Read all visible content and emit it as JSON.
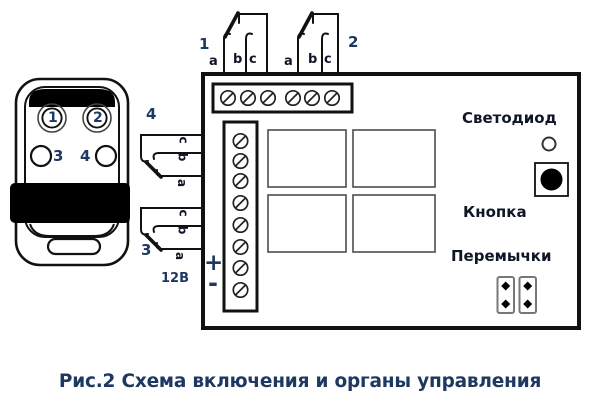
{
  "caption": "Рис.2 Схема включения и органы управления",
  "remote": {
    "button1": "1",
    "button2": "2",
    "button3": "3",
    "button4": "4"
  },
  "board": {
    "led_label": "Светодиод",
    "button_label": "Кнопка",
    "jumpers_label": "Перемычки"
  },
  "power": {
    "voltage": "12В",
    "plus": "+",
    "minus": "-"
  },
  "switches": {
    "sw1": {
      "num": "1",
      "a": "a",
      "b": "b",
      "c": "c"
    },
    "sw2": {
      "num": "2",
      "a": "a",
      "b": "b",
      "c": "c"
    },
    "sw3": {
      "num": "3",
      "a": "a",
      "b": "b",
      "c": "c"
    },
    "sw4": {
      "num": "4",
      "a": "a",
      "b": "b",
      "c": "c"
    }
  },
  "colors": {
    "line": "#111111",
    "relay_outline": "#4d4d4d",
    "text_navy": "#1e3862",
    "text_dark": "#0f1626"
  }
}
